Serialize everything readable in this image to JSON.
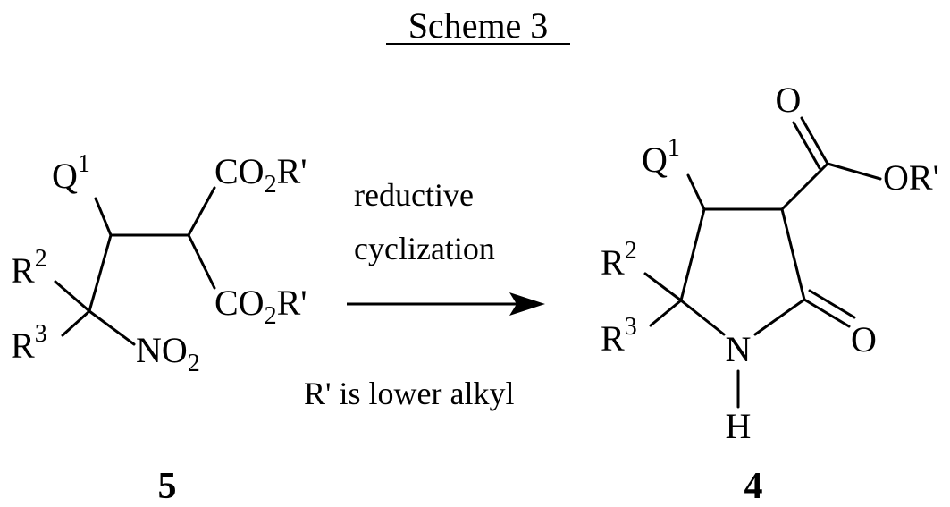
{
  "title": "Scheme 3",
  "reactant": {
    "number": "5",
    "q1": {
      "base": "Q",
      "sup": "1"
    },
    "r2": {
      "base": "R",
      "sup": "2"
    },
    "r3": {
      "base": "R",
      "sup": "3"
    },
    "ester_top": {
      "a": "CO",
      "sub": "2",
      "b": "R'"
    },
    "ester_bottom": {
      "a": "CO",
      "sub": "2",
      "b": "R'"
    },
    "nitro": {
      "a": "NO",
      "sub": "2"
    }
  },
  "conditions": {
    "line1": "reductive",
    "line2": "cyclization",
    "note": "R' is lower alkyl"
  },
  "product": {
    "number": "4",
    "q1": {
      "base": "Q",
      "sup": "1"
    },
    "r2": {
      "base": "R",
      "sup": "2"
    },
    "r3": {
      "base": "R",
      "sup": "3"
    },
    "carbonyl_o": "O",
    "ester_o": "OR'",
    "lactam_o": "O",
    "n": "N",
    "h": "H"
  }
}
